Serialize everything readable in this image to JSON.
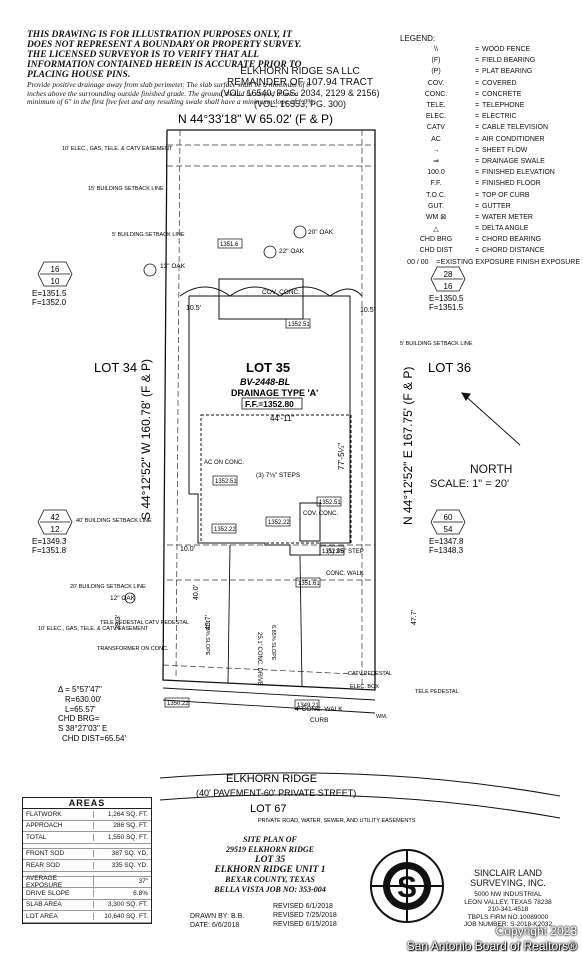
{
  "disclaimer": {
    "main": "THIS DRAWING IS FOR ILLUSTRATION PURPOSES ONLY, IT DOES NOT REPRESENT A BOUNDARY OR PROPERTY SURVEY. THE LICENSED SURVEYOR IS TO VERIFY THAT ALL INFORMATION CONTAINED HEREIN IS ACCURATE PRIOR TO PLACING HOUSE PINS.",
    "drainage": "Provide positive drainage away from slab perimeter. The slab surface shall be a minimum of 8 inches above the surrounding outside finished grade. The ground should be sloped down a minimum of 6\" in the first five feet and any resulting swale shall have a minimum slope of 1.0%."
  },
  "legend": {
    "title": "LEGEND:",
    "items": [
      {
        "sym": "\\\\",
        "desc": "WOOD FENCE"
      },
      {
        "sym": "(F)",
        "desc": "FIELD BEARING"
      },
      {
        "sym": "(P)",
        "desc": "PLAT BEARING"
      },
      {
        "sym": "COV.",
        "desc": "COVERED"
      },
      {
        "sym": "CONC.",
        "desc": "CONCRETE"
      },
      {
        "sym": "TELE.",
        "desc": "TELEPHONE"
      },
      {
        "sym": "ELEC.",
        "desc": "ELECTRIC"
      },
      {
        "sym": "CATV",
        "desc": "CABLE TELEVISION"
      },
      {
        "sym": "AC",
        "desc": "AIR CONDITIONER"
      },
      {
        "sym": "→",
        "desc": "SHEET FLOW"
      },
      {
        "sym": "⇒",
        "desc": "DRAINAGE SWALE"
      },
      {
        "sym": "100.0",
        "desc": "FINISHED ELEVATION"
      },
      {
        "sym": "F.F.",
        "desc": "FINISHED FLOOR"
      },
      {
        "sym": "T.O.C.",
        "desc": "TOP OF CURB"
      },
      {
        "sym": "GUT.",
        "desc": "GUTTER"
      },
      {
        "sym": "WM ⊠",
        "desc": "WATER METER"
      },
      {
        "sym": "△",
        "desc": "DELTA ANGLE"
      },
      {
        "sym": "CHD BRG",
        "desc": "CHORD BEARING"
      },
      {
        "sym": "CHD DIST",
        "desc": "CHORD DISTANCE"
      },
      {
        "sym": "00 / 00",
        "desc": "EXISTING EXPOSURE FINISH EXPOSURE"
      }
    ]
  },
  "owner": {
    "name": "ELKHORN RIDGE SA LLC",
    "remainder": "REMAINDER OF 107.94 TRACT",
    "vol1": "(VOL. 16540, PGS. 2034, 2129 & 2156)",
    "vol2": "(VOL. 16553, PG. 300)"
  },
  "plan": {
    "north_bearing": "N 44°33'18\" W 65.02' (F & P)",
    "west_bearing": "S 44°12'52\" W 160.78' (F & P)",
    "east_bearing": "N 44°12'52\" E 167.75' (F & P)",
    "lot": "LOT 35",
    "plan_name": "BV-2448-BL",
    "drainage_type": "DRAINAGE TYPE 'A'",
    "ff": "F.F.=1352.80",
    "lot_left": "LOT 34",
    "lot_right": "LOT 36",
    "house_width": "44'-11\"",
    "house_depth": "77'-5¼\"",
    "setback_10": "10.0'",
    "setback_105": "10.5'",
    "setback_105b": "10.5'",
    "oak1": "13\" OAK",
    "oak2": "20\" OAK",
    "oak3": "22\" OAK",
    "oak4": "12\" OAK",
    "cov_conc_top": "COV. CONC.",
    "cov_conc_bottom": "COV. CONC.",
    "ac_on_conc": "AC ON CONC.",
    "steps": "(3) 7⅛\" STEPS",
    "step1": "(1) 3⅜\" STEP",
    "conc_walk": "CONC. WALK",
    "drive": "25.1' CONC. DRIVE",
    "curb": "CURB",
    "conc_walk_4": "4' CONC. WALK",
    "street": "ELKHORN RIDGE",
    "street_sub": "(40' PAVEMENT-60' PRIVATE STREET)",
    "lot67": "LOT 67",
    "lot67_sub": "PRIVATE ROAD, WATER, SEWER, AND UTILITY EASEMENTS",
    "elev_box1": "1351.6",
    "elev_box2": "1352.51",
    "elev_box3": "1352.51",
    "elev_box4": "1352.22",
    "elev_box5": "1352.22",
    "elev_box6": "1352.51",
    "elev_box7": "1352.05",
    "elev_box8": "1351.61",
    "elev_box9": "1350.22",
    "elev_box10": "1349.21",
    "exp_left_top_a": "16",
    "exp_left_top_b": "10",
    "exp_left_top_e": "E=1351.5",
    "exp_left_top_f": "F=1352.0",
    "exp_right_top_a": "28",
    "exp_right_top_b": "16",
    "exp_right_top_e": "E=1350.5",
    "exp_right_top_f": "F=1351.5",
    "exp_left_bot_a": "42",
    "exp_left_bot_b": "12",
    "exp_left_bot_e": "E=1349.3",
    "exp_left_bot_f": "F=1351.8",
    "exp_right_bot_a": "60",
    "exp_right_bot_b": "54",
    "exp_right_bot_e": "E=1347.8",
    "exp_right_bot_f": "F=1348.3",
    "easement_top": "10' ELEC., GAS, TELE. & CATV EASEMENT",
    "setback15": "15' BUILDING SETBACK LINE",
    "setback5_left": "5' BUILDING SETBACK LINE",
    "setback5_right": "5' BUILDING SETBACK LINE",
    "setback40": "40' BUILDING SETBACK LINE",
    "setback20": "20' BUILDING SETBACK LINE",
    "easement_bottom": "10' ELEC., GAS, TELE. & CATV EASEMENT",
    "tele_ped": "TELE PEDESTAL CATV PEDESTAL",
    "transformer": "TRANSFORMER ON CONC.",
    "catv_ped": "CATV PEDESTAL",
    "elec_box": "ELEC. BOX",
    "tele_ped_right": "TELE PEDESTAL",
    "wm": "WM.",
    "curve_delta": "Δ = 5°57'47\"",
    "curve_r": "R=630.00'",
    "curve_l": "L=65.57'",
    "curve_chd_brg": "CHD BRG=",
    "curve_chd_brg_val": "S 38°27'03\" E",
    "curve_chd_dist": "CHD DIST=65.54'",
    "dim_40": "40.0'",
    "dim_39": "39.3'",
    "dim_457": "45.7'",
    "dim_477": "47.7'",
    "slope1": "1.03% SLOPE",
    "slope2": "6.85% SLOPE"
  },
  "north": {
    "label": "NORTH",
    "scale": "SCALE: 1\" = 20'"
  },
  "areas": {
    "title": "AREAS",
    "rows1": [
      {
        "k": "FLATWORK",
        "v": "1,264 SQ. FT."
      },
      {
        "k": "APPROACH",
        "v": "286 SQ. FT."
      },
      {
        "k": "TOTAL",
        "v": "1,550 SQ. FT."
      }
    ],
    "rows2": [
      {
        "k": "FRONT SOD",
        "v": "387 SQ. YD."
      },
      {
        "k": "REAR SOD",
        "v": "335 SQ. YD."
      }
    ],
    "rows3": [
      {
        "k": "AVERAGE EXPOSURE",
        "v": "37\""
      },
      {
        "k": "DRIVE SLOPE",
        "v": "6.8%"
      },
      {
        "k": "SLAB AREA",
        "v": "3,300 SQ. FT."
      },
      {
        "k": "LOT AREA",
        "v": "10,640 SQ. FT."
      }
    ]
  },
  "siteplan": {
    "l1": "SITE PLAN OF",
    "l2": "29519 ELKHORN RIDGE",
    "l3": "LOT 35",
    "l4": "ELKHORN RIDGE UNIT 1",
    "l5": "BEXAR COUNTY, TEXAS",
    "l6": "BELLA VISTA JOB NO: 353-004"
  },
  "drawn": {
    "by": "DRAWN BY: B.B.",
    "date": "DATE: 6/6/2018"
  },
  "revisions": [
    "REVISED 6/1/2018",
    "REVISED 7/25/2018",
    "REVISED 6/15/2018"
  ],
  "company": {
    "name1": "SINCLAIR LAND",
    "name2": "SURVEYING, INC.",
    "addr1": "5000 NW INDUSTRIAL",
    "addr2": "LEON VALLEY, TEXAS 78238",
    "phone": "210-341-4518",
    "firm": "TBPLS FIRM NO.10089000",
    "job": "JOB NUMBER: S-2018-K2032"
  },
  "copyright": "Copyright 2023",
  "watermark": "San Antonio Board of Realtors®"
}
